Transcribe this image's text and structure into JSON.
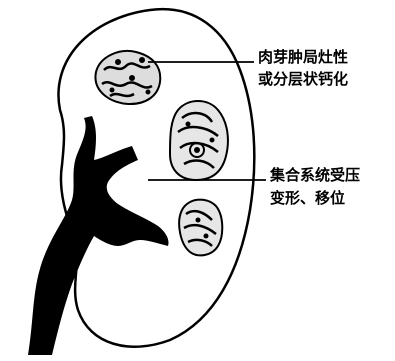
{
  "annotations": [
    {
      "id": "granuloma",
      "lines": [
        "肉芽肿局灶性",
        "或分层状钙化"
      ]
    },
    {
      "id": "collecting-system",
      "lines": [
        "集合系统受压",
        "变形、移位"
      ]
    }
  ],
  "colors": {
    "ink": "#000000",
    "background": "#ffffff"
  }
}
